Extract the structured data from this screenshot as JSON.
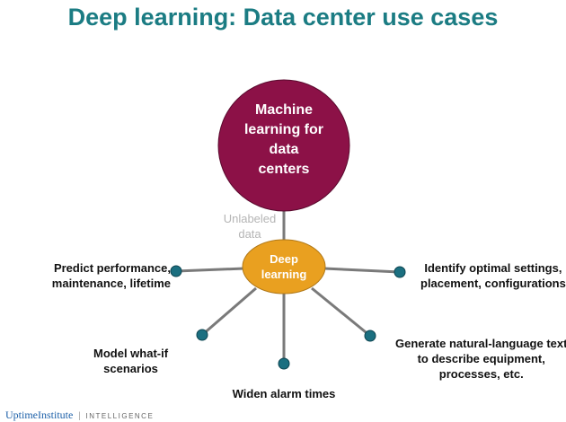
{
  "title": "Deep learning: Data center use cases",
  "main_node": "Machine learning for data centers",
  "main_node_lines": [
    "Machine",
    "learning for",
    "data",
    "centers"
  ],
  "connector_label_lines": [
    "Unlabeled",
    "data"
  ],
  "hub_lines": [
    "Deep",
    "learning"
  ],
  "use_cases": [
    {
      "lines": [
        "Predict performance,",
        "maintenance, lifetime"
      ]
    },
    {
      "lines": [
        "Identify optimal settings,",
        "placement, configurations"
      ]
    },
    {
      "lines": [
        "Model what-if",
        "scenarios"
      ]
    },
    {
      "lines": [
        "Generate natural-language text",
        "to describe equipment,",
        "processes, etc."
      ]
    },
    {
      "lines": [
        "Widen alarm times"
      ]
    }
  ],
  "footer": {
    "brand": "UptimeInstitute",
    "separator": "|",
    "section": "INTELLIGENCE"
  },
  "colors": {
    "title": "#1b7c83",
    "main_node": "#8c1147",
    "hub": "#e9a020",
    "endpoint": "#1b6f80",
    "line": "#777777"
  }
}
